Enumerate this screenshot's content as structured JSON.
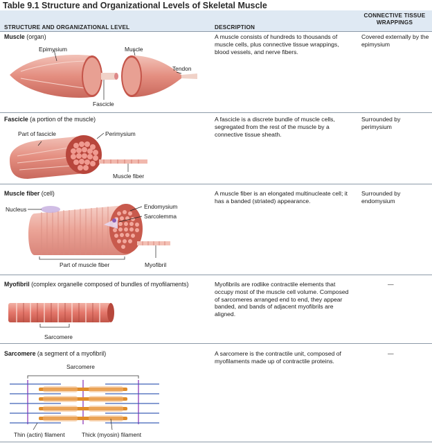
{
  "table_title": "Table 9.1 Structure and Organizational Levels of Skeletal Muscle",
  "columns": {
    "structure": "STRUCTURE AND ORGANIZATIONAL LEVEL",
    "description": "DESCRIPTION",
    "wrappings_line1": "CONNECTIVE TISSUE",
    "wrappings_line2": "WRAPPINGS"
  },
  "rows": [
    {
      "name": "Muscle",
      "qualifier": " (organ)",
      "description": "A muscle consists of hundreds to thousands of muscle cells, plus connective tissue wrappings, blood vessels, and nerve fibers.",
      "wrapping": "Covered externally by the epimysium",
      "labels": {
        "epimysium": "Epimysium",
        "muscle": "Muscle",
        "tendon": "Tendon",
        "fascicle": "Fascicle"
      }
    },
    {
      "name": "Fascicle",
      "qualifier": " (a portion of the muscle)",
      "description": "A fascicle is a discrete bundle of muscle cells, segregated from the rest of the muscle by a connective tissue sheath.",
      "wrapping": "Surrounded by perimysium",
      "labels": {
        "part_of_fascicle": "Part of fascicle",
        "perimysium": "Perimysium",
        "muscle_fiber": "Muscle fiber"
      }
    },
    {
      "name": "Muscle fiber",
      "qualifier": " (cell)",
      "description": "A muscle fiber is an elongated multinucleate cell; it has a banded (striated) appearance.",
      "wrapping": "Surrounded by endomysium",
      "labels": {
        "nucleus": "Nucleus",
        "endomysium": "Endomysium",
        "sarcolemma": "Sarcolemma",
        "part_of_muscle_fiber": "Part of muscle fiber",
        "myofibril": "Myofibril"
      }
    },
    {
      "name": "Myofibril",
      "qualifier": " (complex organelle composed of bundles of myofilaments)",
      "description": "Myofibrils are rodlike contractile elements that occupy most of the muscle cell volume. Composed of sarcomeres arranged end to end, they appear banded, and bands of adjacent myofibrils are aligned.",
      "wrapping": "—",
      "labels": {
        "sarcomere": "Sarcomere"
      }
    },
    {
      "name": "Sarcomere",
      "qualifier": " (a segment of a myofibril)",
      "description": "A sarcomere is the contractile unit, composed of myofilaments made up of contractile proteins.",
      "wrapping": "—",
      "labels": {
        "sarcomere": "Sarcomere",
        "thin_filament": "Thin (actin) filament",
        "thick_filament": "Thick (myosin) filament"
      }
    }
  ],
  "colors": {
    "header_bg": "#dfe9f3",
    "muscle": "#e59a8c",
    "muscle_dark": "#c76b5e",
    "tendon": "#f4e1d8",
    "actin": "#3d62b8",
    "myosin": "#e08c2a"
  }
}
